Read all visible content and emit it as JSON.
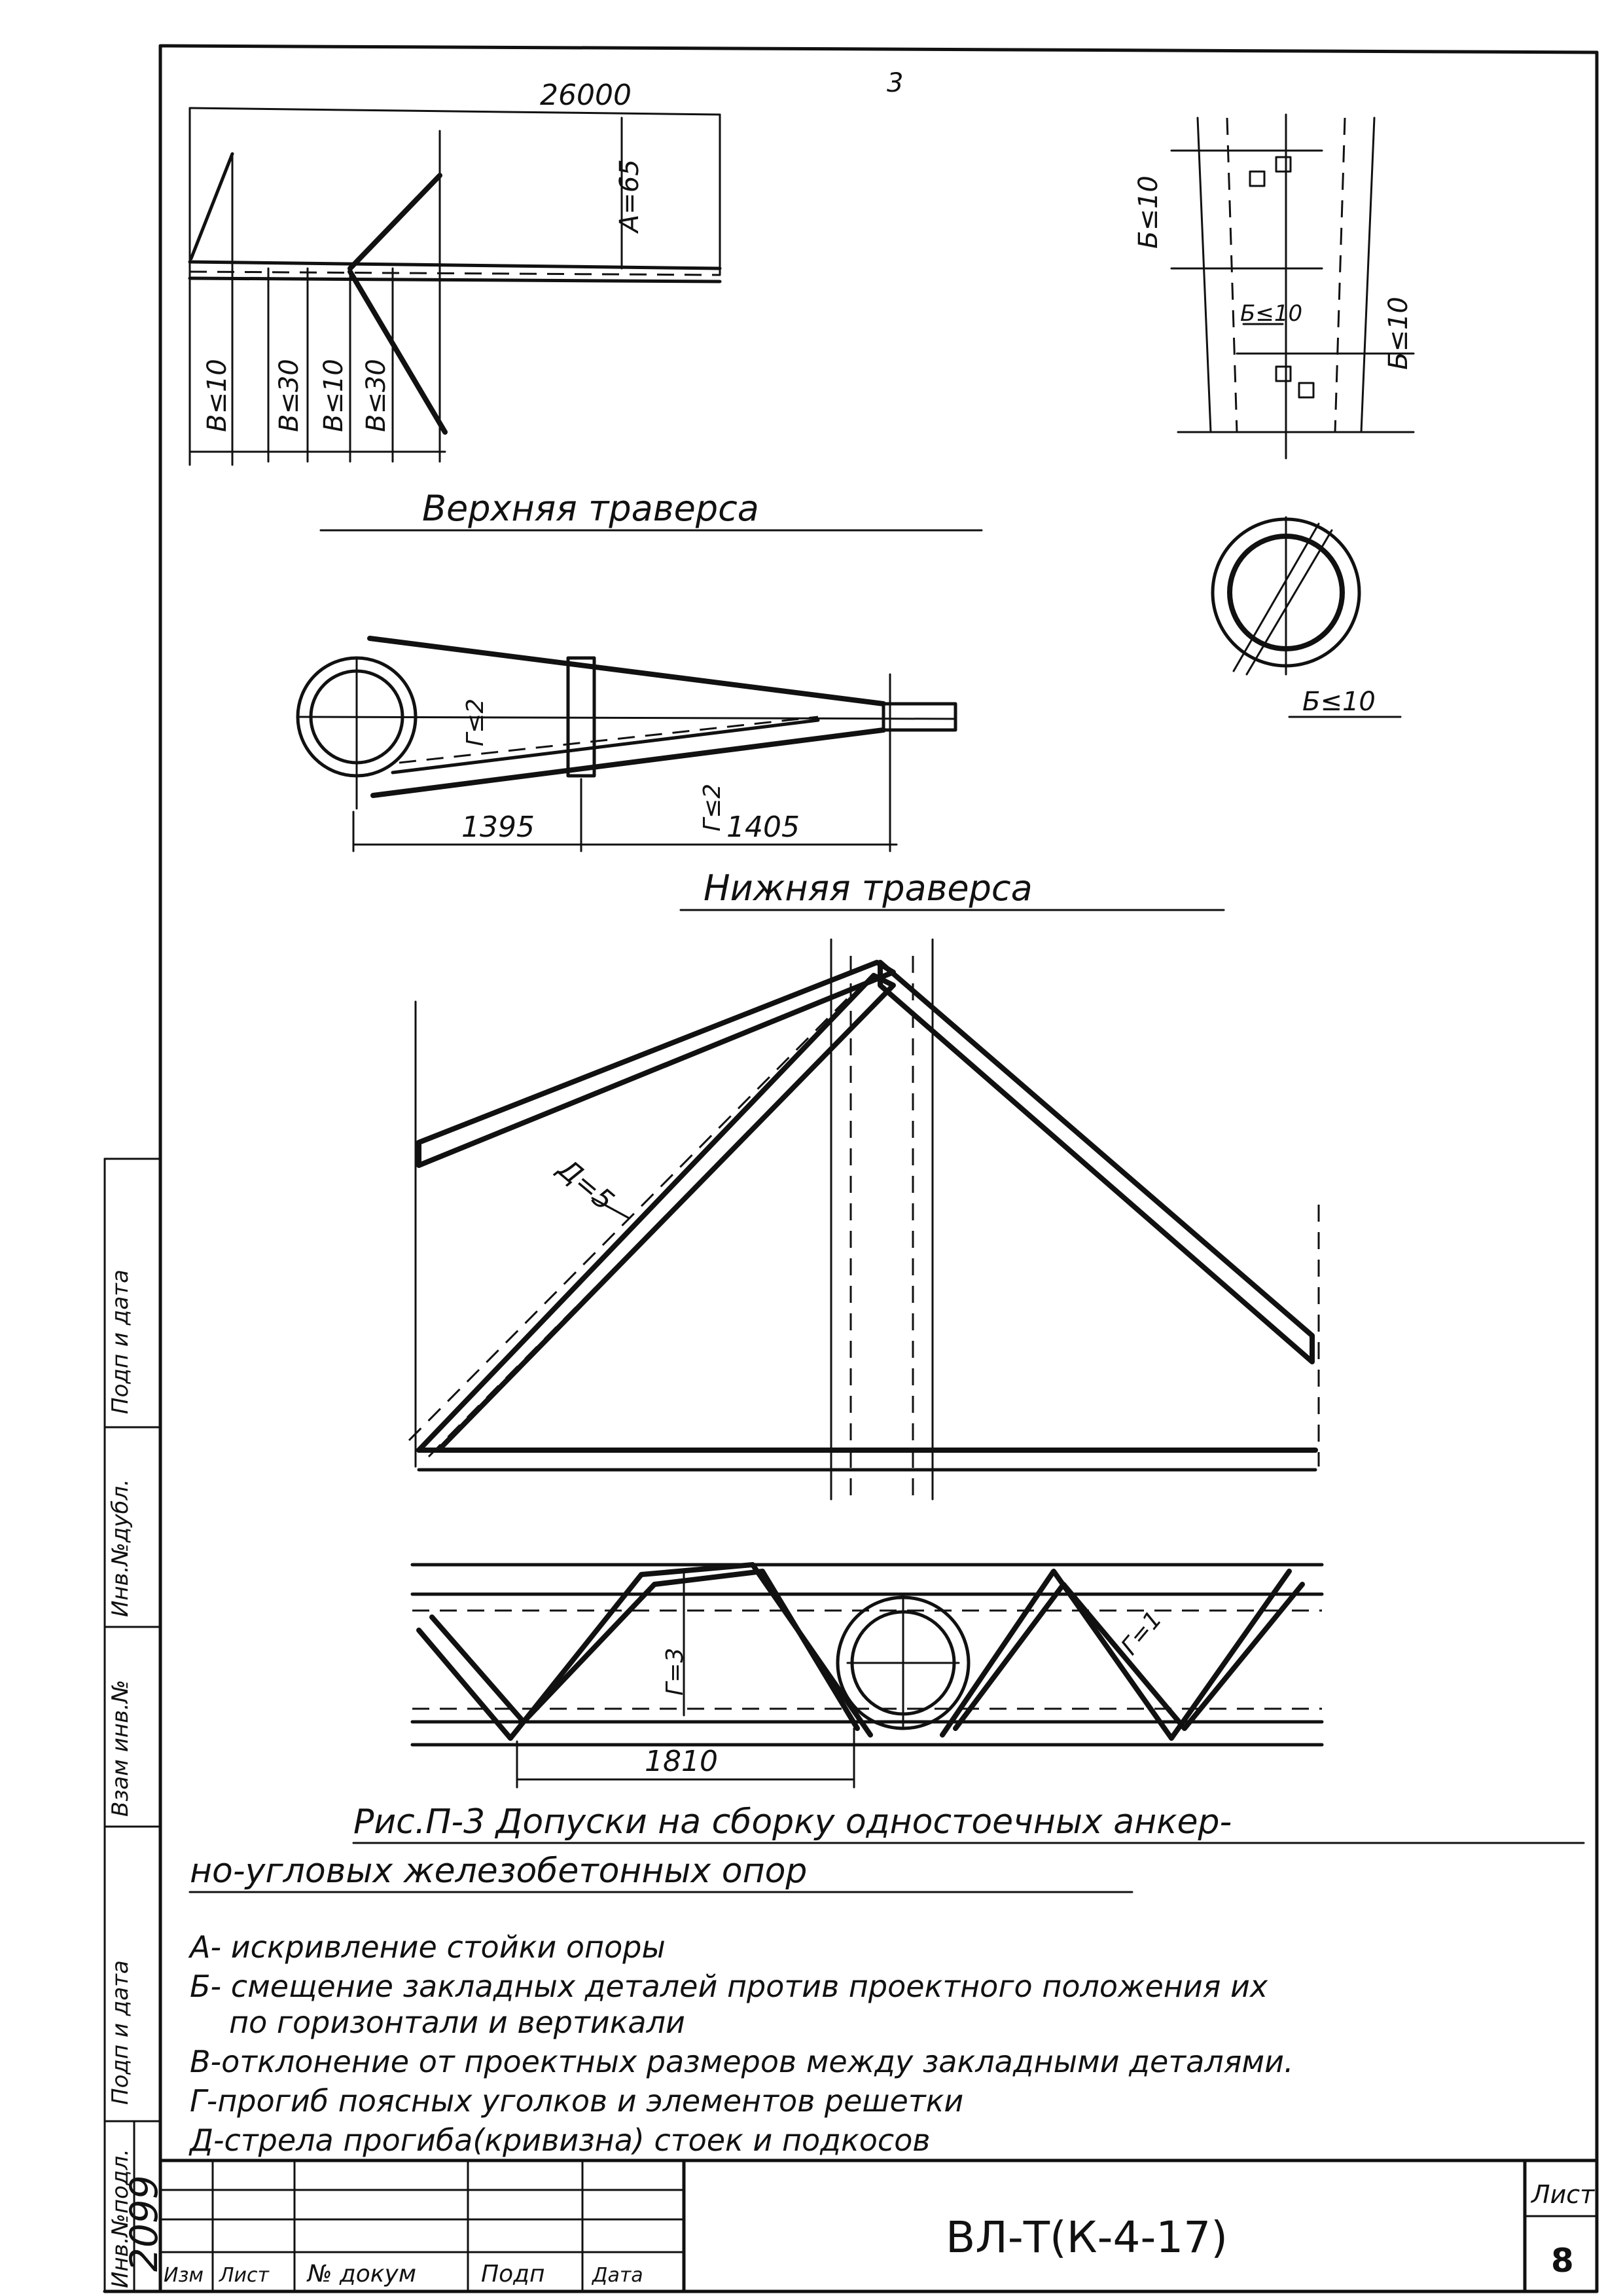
{
  "top_traverse": {
    "title": "Верхняя траверса",
    "dim_length": "26000",
    "dim_A": "А=65",
    "dims_B": [
      "В≤10",
      "В≤30",
      "В≤10",
      "В≤30"
    ]
  },
  "embedded_detail": {
    "dim_top": "Б≤10",
    "dim_mid": "Б≤10",
    "dim_right": "Б≤10",
    "dim_circle": "Б≤10"
  },
  "bottom_traverse": {
    "title": "Нижняя траверса",
    "dim_1": "1395",
    "dim_2": "1405",
    "gamma_1": "Г≤2",
    "gamma_2": "Г≤2"
  },
  "truss": {
    "d_label": "Д=5"
  },
  "lattice": {
    "dim": "1810",
    "gamma_1": "Г=3",
    "gamma_2": "Г=1"
  },
  "caption": {
    "line1": "Рис.П-3   Допуски на сборку одностоечных анкер-",
    "line2": "но-угловых железобетонных опор"
  },
  "legend": [
    "А- искривление  стойки опоры",
    "Б- смещение закладных деталей против проектного положения их",
    "по горизонтали и вертикали",
    "В-отклонение от проектных размеров между закладными деталями.",
    "Г-прогиб поясных уголков и элементов решетки",
    "Д-стрела прогиба(кривизна) стоек и подкосов"
  ],
  "side_stamp": [
    "Инв.№подл.",
    "Подп и дата",
    "Взам инв.№",
    "Инв.№дубл.",
    "Подп и дата"
  ],
  "inventory_number": "2099",
  "title_block": {
    "columns": [
      "Изм",
      "Лист",
      "№ докум",
      "Подп",
      "Дата"
    ],
    "designation": "ВЛ-Т(К-4-17)",
    "sheet_label": "Лист",
    "sheet_number": "8"
  },
  "page_mark": "3"
}
